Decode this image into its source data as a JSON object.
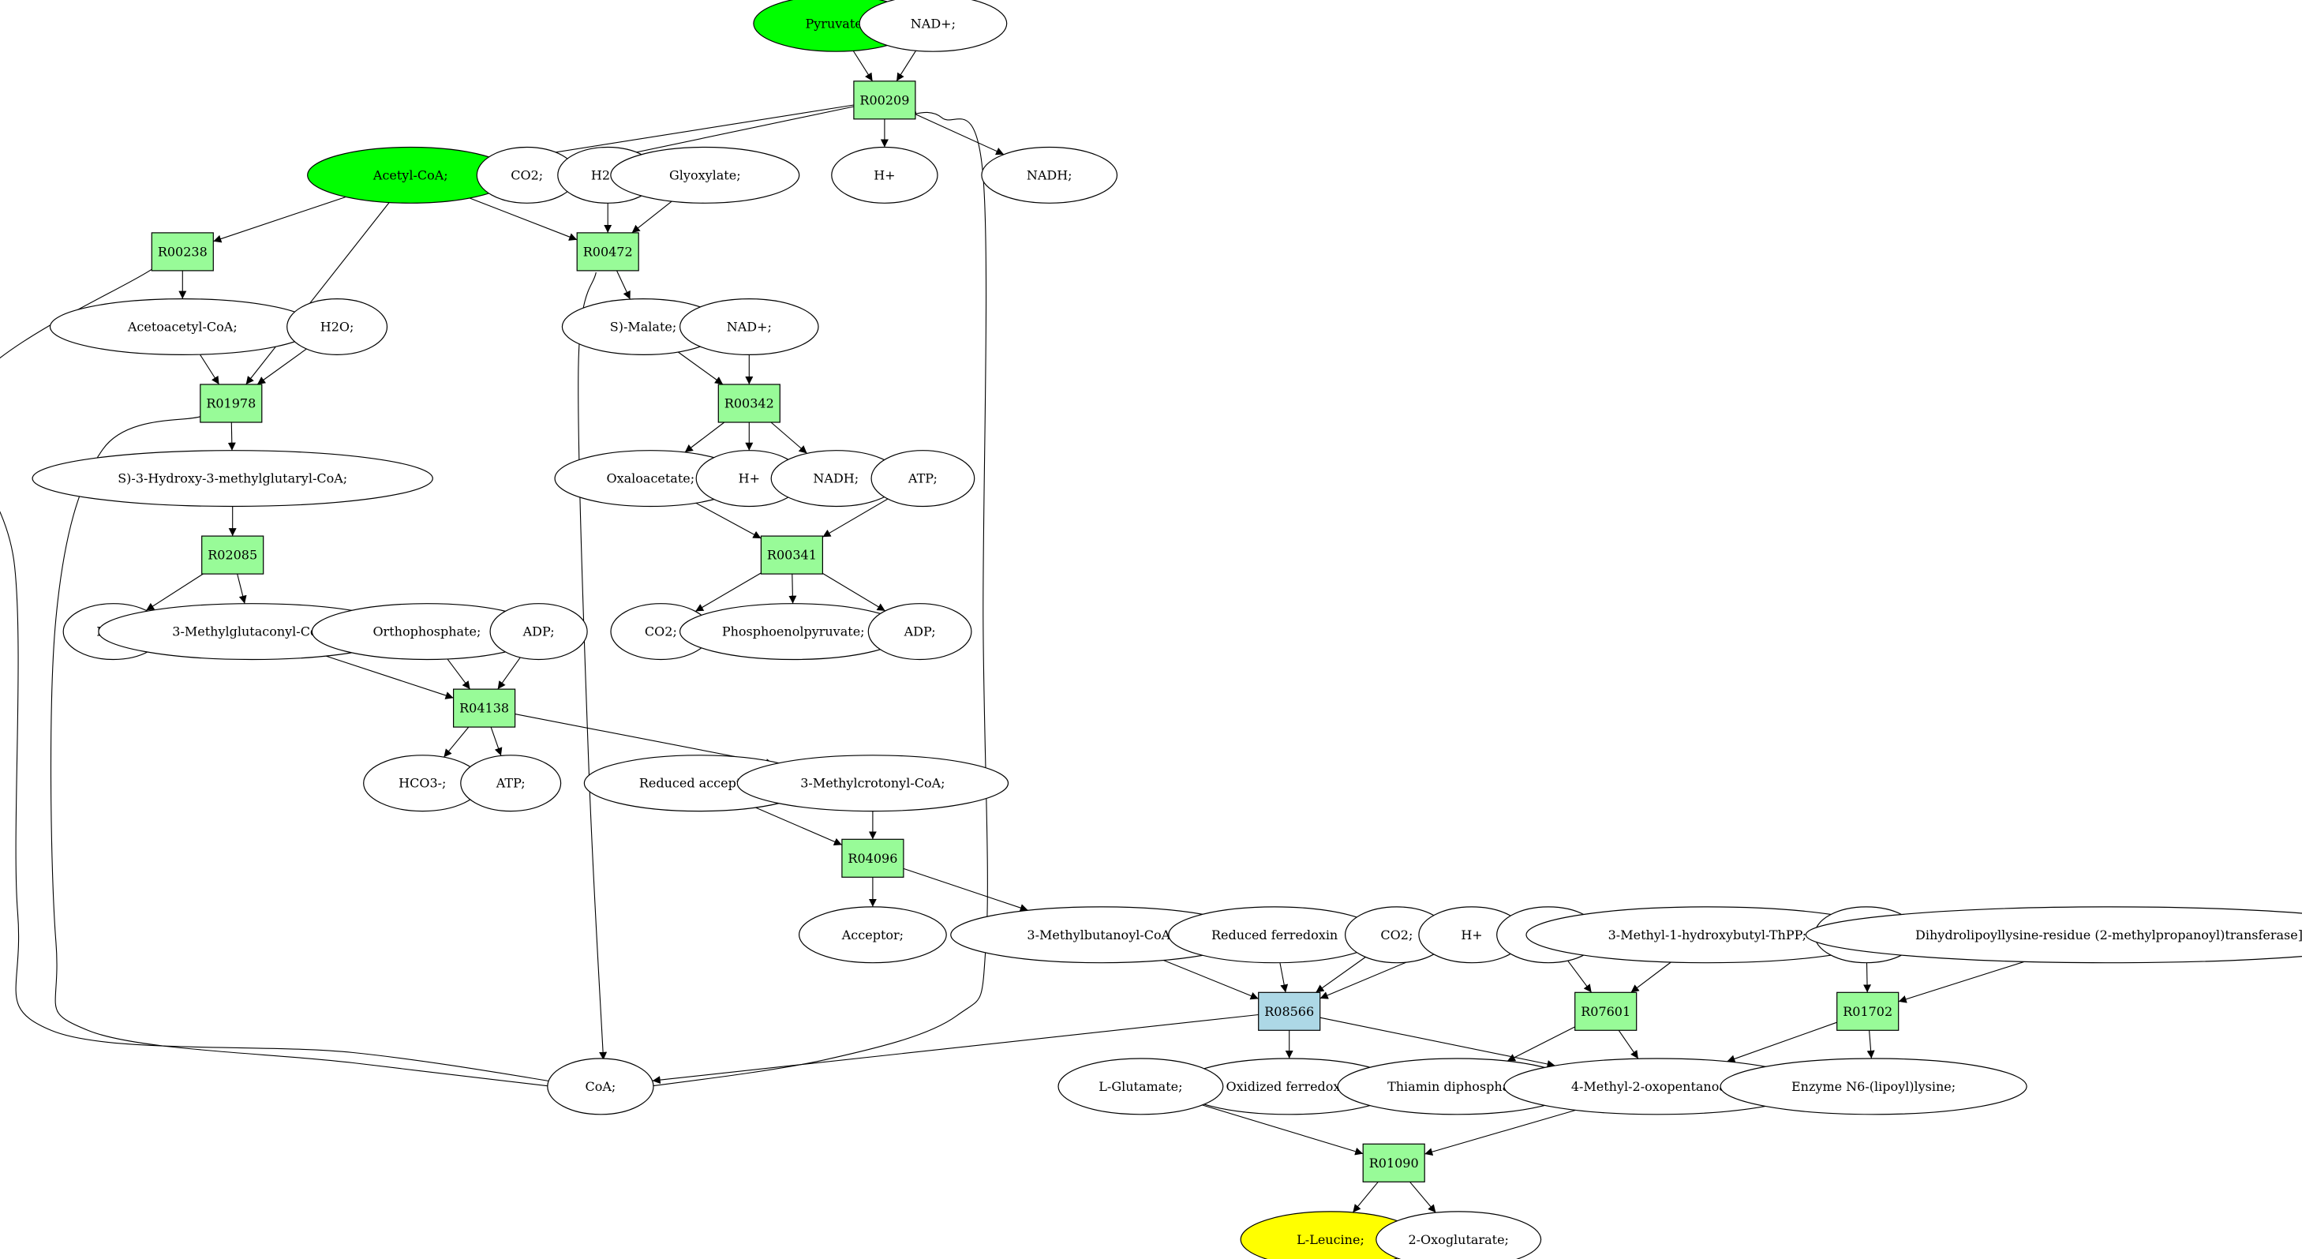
{
  "colors": {
    "reaction": "#98fb98",
    "reaction_highlight": "#add8e6",
    "start_compound": "#00ff00",
    "target_compound": "#ffff00",
    "compound": "#ffffff",
    "edge": "#000000"
  },
  "nodes": [
    {
      "id": "pyruvate",
      "kind": "compound",
      "label": "Pyruvate;",
      "fill": "start_compound"
    },
    {
      "id": "nadplus1",
      "kind": "compound",
      "label": "NAD+;"
    },
    {
      "id": "R00209",
      "kind": "reaction",
      "label": "R00209"
    },
    {
      "id": "acetylcoa",
      "kind": "compound",
      "label": "Acetyl-CoA;",
      "fill": "start_compound"
    },
    {
      "id": "co2_1",
      "kind": "compound",
      "label": "CO2;"
    },
    {
      "id": "hplus1",
      "kind": "compound",
      "label": "H+"
    },
    {
      "id": "nadh1",
      "kind": "compound",
      "label": "NADH;"
    },
    {
      "id": "h2o_1",
      "kind": "compound",
      "label": "H2O;"
    },
    {
      "id": "glyoxylate",
      "kind": "compound",
      "label": "Glyoxylate;"
    },
    {
      "id": "R00238",
      "kind": "reaction",
      "label": "R00238"
    },
    {
      "id": "R00472",
      "kind": "reaction",
      "label": "R00472"
    },
    {
      "id": "acetoacetylcoa",
      "kind": "compound",
      "label": "Acetoacetyl-CoA;"
    },
    {
      "id": "h2o_2",
      "kind": "compound",
      "label": "H2O;"
    },
    {
      "id": "smalate",
      "kind": "compound",
      "label": "S)-Malate;"
    },
    {
      "id": "nadplus2",
      "kind": "compound",
      "label": "NAD+;"
    },
    {
      "id": "R01978",
      "kind": "reaction",
      "label": "R01978"
    },
    {
      "id": "R00342",
      "kind": "reaction",
      "label": "R00342"
    },
    {
      "id": "hmgcoa",
      "kind": "compound",
      "label": "S)-3-Hydroxy-3-methylglutaryl-CoA;"
    },
    {
      "id": "oxaloacetate",
      "kind": "compound",
      "label": "Oxaloacetate;"
    },
    {
      "id": "hplus2",
      "kind": "compound",
      "label": "H+"
    },
    {
      "id": "nadh2",
      "kind": "compound",
      "label": "NADH;"
    },
    {
      "id": "atp1",
      "kind": "compound",
      "label": "ATP;"
    },
    {
      "id": "R02085",
      "kind": "reaction",
      "label": "R02085"
    },
    {
      "id": "R00341",
      "kind": "reaction",
      "label": "R00341"
    },
    {
      "id": "h2o_3",
      "kind": "compound",
      "label": "H2O;"
    },
    {
      "id": "mglutaconylcoa",
      "kind": "compound",
      "label": "3-Methylglutaconyl-CoA;"
    },
    {
      "id": "orthophosphate",
      "kind": "compound",
      "label": "Orthophosphate;"
    },
    {
      "id": "adp1",
      "kind": "compound",
      "label": "ADP;"
    },
    {
      "id": "co2_2",
      "kind": "compound",
      "label": "CO2;"
    },
    {
      "id": "pep",
      "kind": "compound",
      "label": "Phosphoenolpyruvate;"
    },
    {
      "id": "adp2",
      "kind": "compound",
      "label": "ADP;"
    },
    {
      "id": "R04138",
      "kind": "reaction",
      "label": "R04138"
    },
    {
      "id": "hco3",
      "kind": "compound",
      "label": "HCO3-;"
    },
    {
      "id": "atp2",
      "kind": "compound",
      "label": "ATP;"
    },
    {
      "id": "reducedacceptor",
      "kind": "compound",
      "label": "Reduced acceptor;"
    },
    {
      "id": "mcrotonylcoa",
      "kind": "compound",
      "label": "3-Methylcrotonyl-CoA;"
    },
    {
      "id": "R04096",
      "kind": "reaction",
      "label": "R04096"
    },
    {
      "id": "acceptor",
      "kind": "compound",
      "label": "Acceptor;"
    },
    {
      "id": "mbutanoylcoa",
      "kind": "compound",
      "label": "3-Methylbutanoyl-CoA;"
    },
    {
      "id": "redferredoxin",
      "kind": "compound",
      "label": "Reduced ferredoxin"
    },
    {
      "id": "co2_3",
      "kind": "compound",
      "label": "CO2;"
    },
    {
      "id": "hplus3",
      "kind": "compound",
      "label": "H+"
    },
    {
      "id": "co2_4",
      "kind": "compound",
      "label": "CO2;"
    },
    {
      "id": "mhbthpp",
      "kind": "compound",
      "label": "3-Methyl-1-hydroxybutyl-ThPP;"
    },
    {
      "id": "co2_5",
      "kind": "compound",
      "label": "CO2;"
    },
    {
      "id": "dihydrolipoyl",
      "kind": "compound",
      "label": "Dihydrolipoyllysine-residue (2-methylpropanoyl)transferase]"
    },
    {
      "id": "R08566",
      "kind": "reaction",
      "label": "R08566",
      "fill": "reaction_highlight"
    },
    {
      "id": "R07601",
      "kind": "reaction",
      "label": "R07601"
    },
    {
      "id": "R01702",
      "kind": "reaction",
      "label": "R01702"
    },
    {
      "id": "coa",
      "kind": "compound",
      "label": "CoA;"
    },
    {
      "id": "oxferredoxin",
      "kind": "compound",
      "label": "Oxidized ferredoxin"
    },
    {
      "id": "thiamin",
      "kind": "compound",
      "label": "Thiamin diphosphate;"
    },
    {
      "id": "mop",
      "kind": "compound",
      "label": "4-Methyl-2-oxopentanoate;"
    },
    {
      "id": "enzymelipoyl",
      "kind": "compound",
      "label": "Enzyme N6-(lipoyl)lysine;"
    },
    {
      "id": "lglutamate",
      "kind": "compound",
      "label": "L-Glutamate;"
    },
    {
      "id": "R01090",
      "kind": "reaction",
      "label": "R01090"
    },
    {
      "id": "lleucine",
      "kind": "compound",
      "label": "L-Leucine;",
      "fill": "target_compound"
    },
    {
      "id": "oxoglutarate",
      "kind": "compound",
      "label": "2-Oxoglutarate;"
    }
  ],
  "edges": [
    [
      "pyruvate",
      "R00209"
    ],
    [
      "nadplus1",
      "R00209"
    ],
    [
      "R00209",
      "acetylcoa"
    ],
    [
      "R00209",
      "co2_1"
    ],
    [
      "R00209",
      "hplus1"
    ],
    [
      "R00209",
      "nadh1"
    ],
    [
      "coa",
      "R00209"
    ],
    [
      "acetylcoa",
      "R00238"
    ],
    [
      "acetylcoa",
      "R01978"
    ],
    [
      "acetylcoa",
      "R00472"
    ],
    [
      "h2o_1",
      "R00472"
    ],
    [
      "glyoxylate",
      "R00472"
    ],
    [
      "R00238",
      "acetoacetylcoa"
    ],
    [
      "R00238",
      "coa"
    ],
    [
      "acetoacetylcoa",
      "R01978"
    ],
    [
      "h2o_2",
      "R01978"
    ],
    [
      "R00472",
      "smalate"
    ],
    [
      "R00472",
      "coa"
    ],
    [
      "smalate",
      "R00342"
    ],
    [
      "nadplus2",
      "R00342"
    ],
    [
      "R00342",
      "oxaloacetate"
    ],
    [
      "R00342",
      "hplus2"
    ],
    [
      "R00342",
      "nadh2"
    ],
    [
      "R01978",
      "hmgcoa"
    ],
    [
      "R01978",
      "coa"
    ],
    [
      "hmgcoa",
      "R02085"
    ],
    [
      "R02085",
      "h2o_3"
    ],
    [
      "R02085",
      "mglutaconylcoa"
    ],
    [
      "oxaloacetate",
      "R00341"
    ],
    [
      "atp1",
      "R00341"
    ],
    [
      "R00341",
      "co2_2"
    ],
    [
      "R00341",
      "pep"
    ],
    [
      "R00341",
      "adp2"
    ],
    [
      "mglutaconylcoa",
      "R04138"
    ],
    [
      "orthophosphate",
      "R04138"
    ],
    [
      "adp1",
      "R04138"
    ],
    [
      "R04138",
      "hco3"
    ],
    [
      "R04138",
      "atp2"
    ],
    [
      "R04138",
      "mcrotonylcoa"
    ],
    [
      "reducedacceptor",
      "R04096"
    ],
    [
      "mcrotonylcoa",
      "R04096"
    ],
    [
      "R04096",
      "acceptor"
    ],
    [
      "R04096",
      "mbutanoylcoa"
    ],
    [
      "mbutanoylcoa",
      "R08566"
    ],
    [
      "redferredoxin",
      "R08566"
    ],
    [
      "co2_3",
      "R08566"
    ],
    [
      "hplus3",
      "R08566"
    ],
    [
      "R08566",
      "coa"
    ],
    [
      "R08566",
      "oxferredoxin"
    ],
    [
      "R08566",
      "mop"
    ],
    [
      "co2_4",
      "R07601"
    ],
    [
      "mhbthpp",
      "R07601"
    ],
    [
      "R07601",
      "thiamin"
    ],
    [
      "R07601",
      "mop"
    ],
    [
      "co2_5",
      "R01702"
    ],
    [
      "dihydrolipoyl",
      "R01702"
    ],
    [
      "R01702",
      "mop"
    ],
    [
      "R01702",
      "enzymelipoyl"
    ],
    [
      "lglutamate",
      "R01090"
    ],
    [
      "mop",
      "R01090"
    ],
    [
      "R01090",
      "lleucine"
    ],
    [
      "R01090",
      "oxoglutarate"
    ]
  ]
}
